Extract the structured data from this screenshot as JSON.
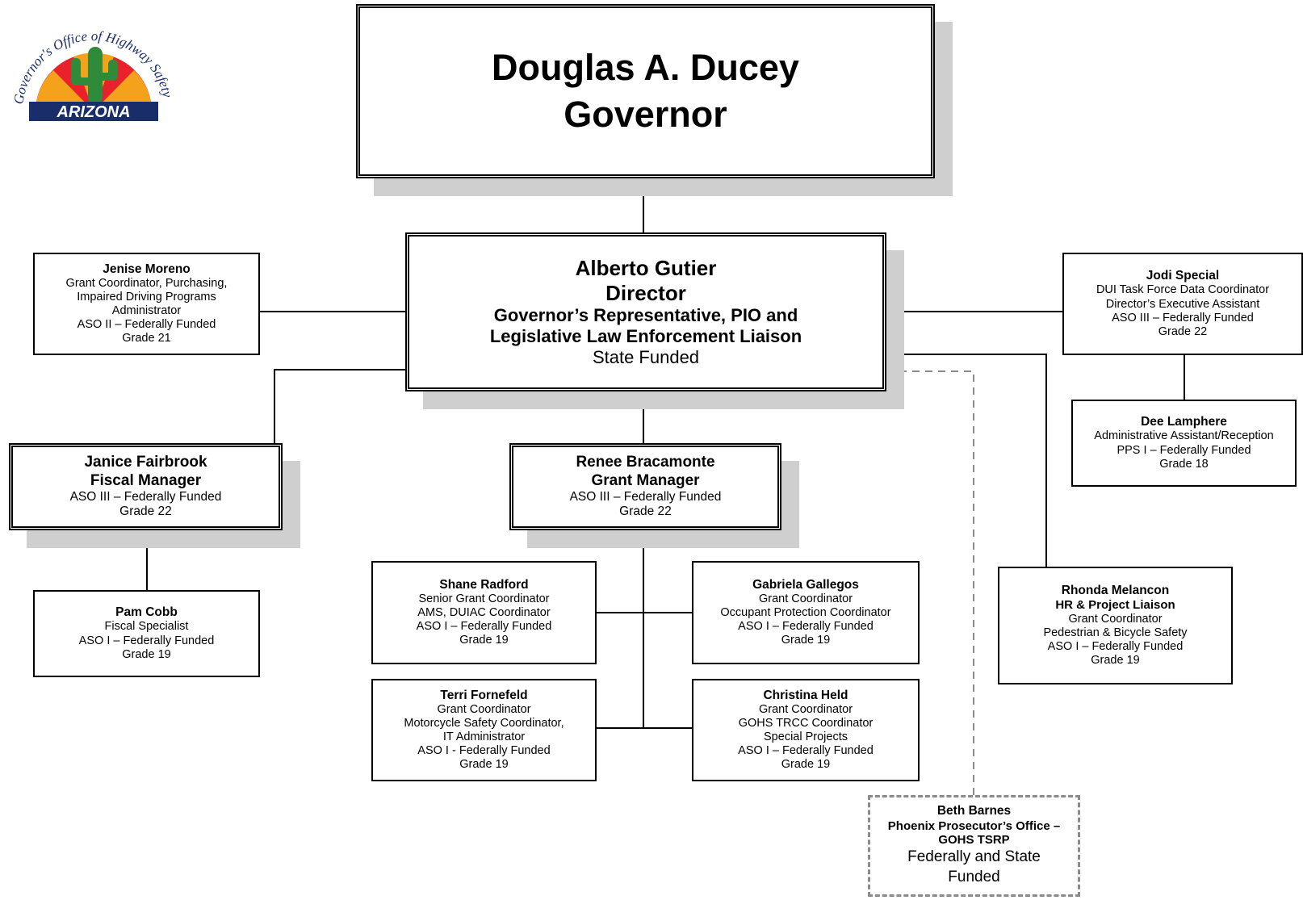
{
  "logo": {
    "arc_text": "Governor's Office of Highway Safety",
    "state": "ARIZONA"
  },
  "governor": {
    "name": "Douglas A. Ducey",
    "title": "Governor"
  },
  "director": {
    "name": "Alberto Gutier",
    "title": "Director",
    "sub1": "Governor’s Representative, PIO and",
    "sub2": "Legislative Law Enforcement Liaison",
    "funding": "State Funded"
  },
  "jenise": {
    "name": "Jenise Moreno",
    "l1": "Grant Coordinator, Purchasing,",
    "l2": "Impaired Driving Programs",
    "l3": "Administrator",
    "l4": "ASO II – Federally Funded",
    "l5": "Grade 21"
  },
  "jodi": {
    "name": "Jodi Special",
    "l1": "DUI Task Force Data Coordinator",
    "l2": "Director’s Executive Assistant",
    "l3": "ASO III – Federally Funded",
    "l4": "Grade 22"
  },
  "dee": {
    "name": "Dee Lamphere",
    "l1": "Administrative Assistant/Reception",
    "l2": "PPS I – Federally Funded",
    "l3": "Grade 18"
  },
  "janice": {
    "name": "Janice Fairbrook",
    "title": "Fiscal Manager",
    "l1": "ASO III – Federally Funded",
    "l2": "Grade 22"
  },
  "pam": {
    "name": "Pam Cobb",
    "l1": "Fiscal Specialist",
    "l2": "ASO I – Federally Funded",
    "l3": "Grade 19"
  },
  "renee": {
    "name": "Renee Bracamonte",
    "title": "Grant Manager",
    "l1": "ASO III – Federally Funded",
    "l2": "Grade 22"
  },
  "shane": {
    "name": "Shane Radford",
    "l1": "Senior Grant Coordinator",
    "l2": "AMS, DUIAC Coordinator",
    "l3": "ASO I – Federally Funded",
    "l4": "Grade 19"
  },
  "gabriela": {
    "name": "Gabriela Gallegos",
    "l1": "Grant Coordinator",
    "l2": "Occupant Protection Coordinator",
    "l3": "ASO I – Federally Funded",
    "l4": "Grade 19"
  },
  "terri": {
    "name": "Terri Fornefeld",
    "l1": "Grant Coordinator",
    "l2": "Motorcycle Safety Coordinator,",
    "l3": "IT Administrator",
    "l4": "ASO I - Federally Funded",
    "l5": "Grade 19"
  },
  "christina": {
    "name": "Christina Held",
    "l1": "Grant Coordinator",
    "l2": "GOHS TRCC Coordinator",
    "l3": "Special Projects",
    "l4": "ASO I – Federally Funded",
    "l5": "Grade 19"
  },
  "rhonda": {
    "name": "Rhonda Melancon",
    "title": "HR & Project Liaison",
    "l1": "Grant Coordinator",
    "l2": "Pedestrian & Bicycle Safety",
    "l3": "ASO I – Federally Funded",
    "l4": "Grade 19"
  },
  "beth": {
    "name": "Beth Barnes",
    "l1": "Phoenix Prosecutor’s Office –",
    "l2": "GOHS TSRP",
    "f1": "Federally and State",
    "f2": "Funded"
  }
}
